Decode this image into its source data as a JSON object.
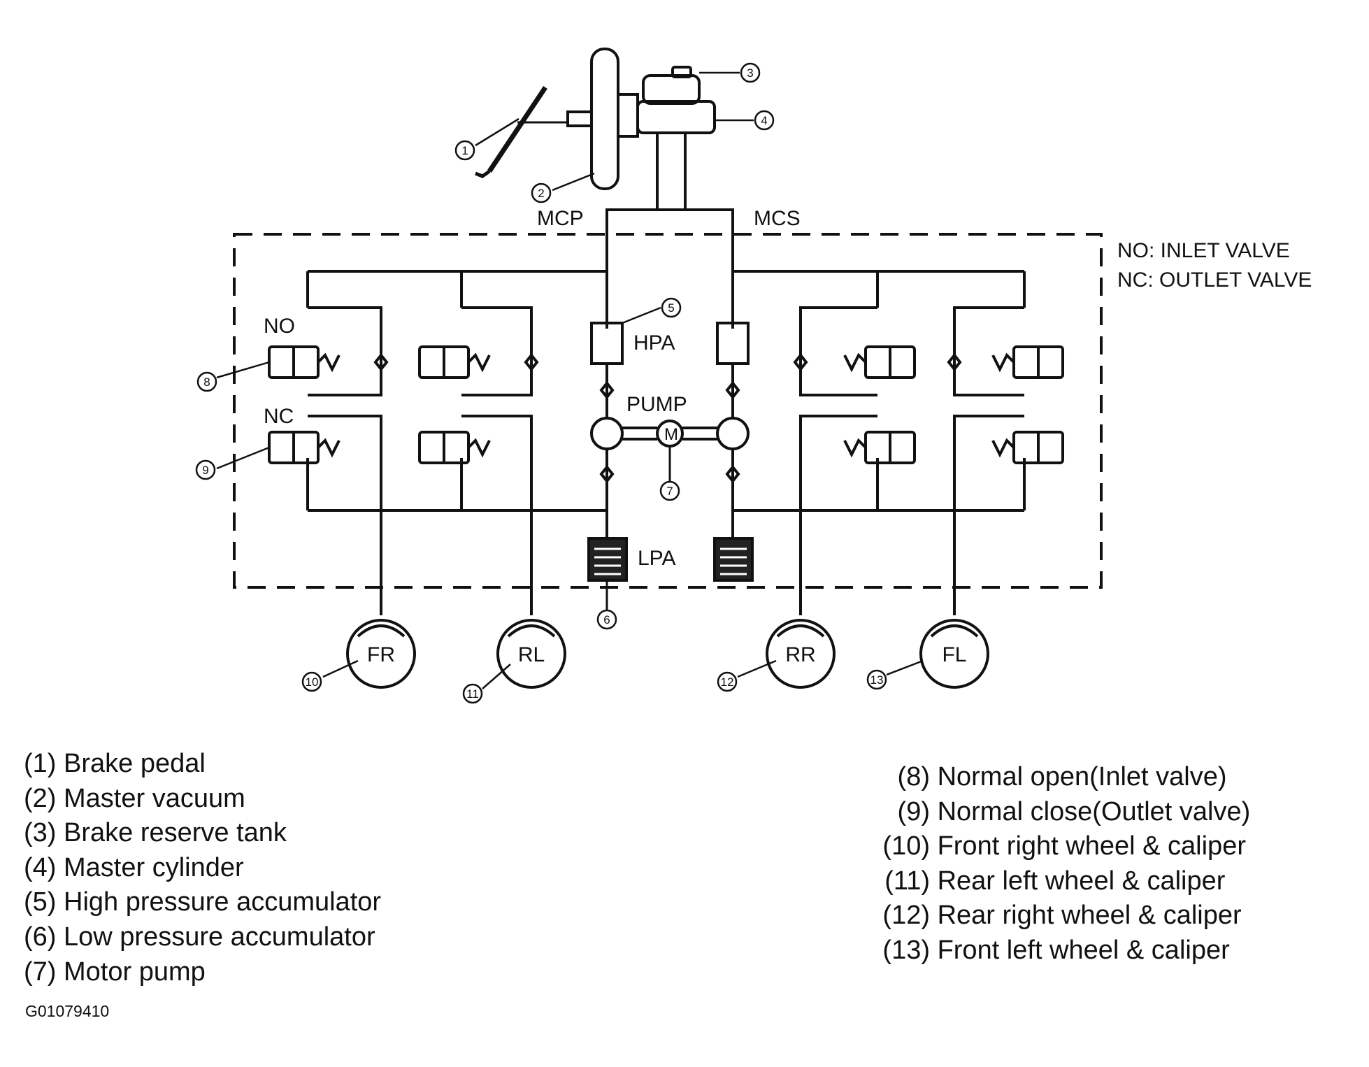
{
  "diagram": {
    "labels": {
      "mcp": "MCP",
      "mcs": "MCS",
      "no": "NO",
      "nc": "NC",
      "hpa": "HPA",
      "pump": "PUMP",
      "lpa": "LPA",
      "motor": "M",
      "valve_note_1": "NO: INLET VALVE",
      "valve_note_2": "NC: OUTLET VALVE"
    },
    "callouts": [
      "1",
      "2",
      "3",
      "4",
      "5",
      "6",
      "7",
      "8",
      "9",
      "10",
      "11",
      "12",
      "13"
    ],
    "wheels": [
      "FR",
      "RL",
      "RR",
      "FL"
    ]
  },
  "legend_left": [
    "(1) Brake pedal",
    "(2) Master vacuum",
    "(3) Brake reserve tank",
    "(4) Master cylinder",
    "(5) High pressure accumulator",
    "(6) Low pressure accumulator",
    "(7) Motor pump"
  ],
  "legend_right": [
    {
      "key": "(8)",
      "text": "Normal open(Inlet valve)"
    },
    {
      "key": "(9)",
      "text": "Normal close(Outlet valve)"
    },
    {
      "key": "(10)",
      "text": "Front right wheel & caliper"
    },
    {
      "key": "(11)",
      "text": "Rear left wheel & caliper"
    },
    {
      "key": "(12)",
      "text": "Rear right wheel & caliper"
    },
    {
      "key": "(13)",
      "text": "Front left wheel & caliper"
    }
  ],
  "figure_id": "G01079410"
}
